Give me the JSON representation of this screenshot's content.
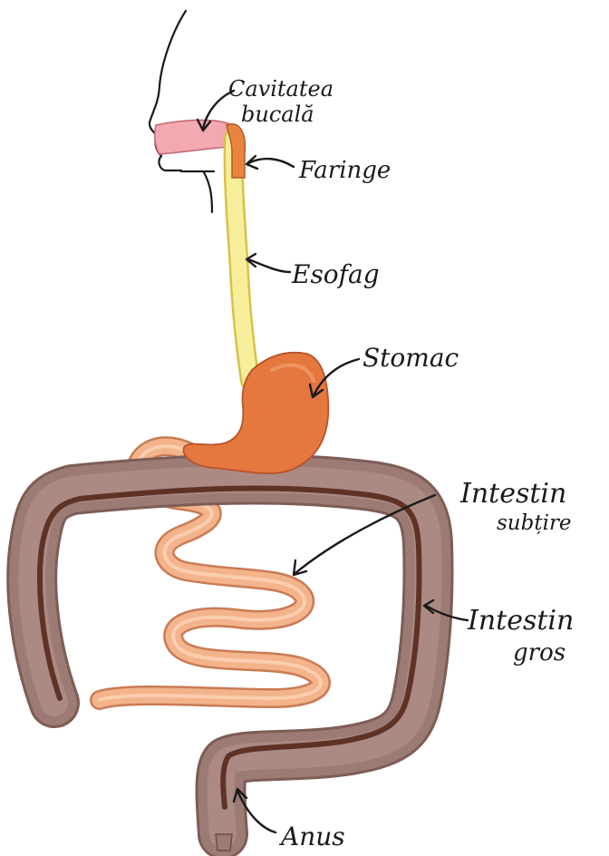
{
  "labels": {
    "oral_cavity": [
      "Cavitatea",
      "bucală"
    ],
    "pharynx": "Faringe",
    "esophagus": "Esofag",
    "stomach": "Stomac",
    "small_intestine": [
      "Intestin",
      "subțire"
    ],
    "large_intestine": [
      "Intestin",
      "gros"
    ],
    "anus": "Anus"
  },
  "colors": {
    "oral_cavity": "#f2a9b0",
    "pharynx": "#e8843f",
    "esophagus": "#f6ee9a",
    "stomach": "#e5783f",
    "small_intestine": "#f3b38b",
    "large_intestine": "#9c7b74",
    "large_intestine_line": "#5e3326",
    "ink": "#1a1a1a"
  }
}
